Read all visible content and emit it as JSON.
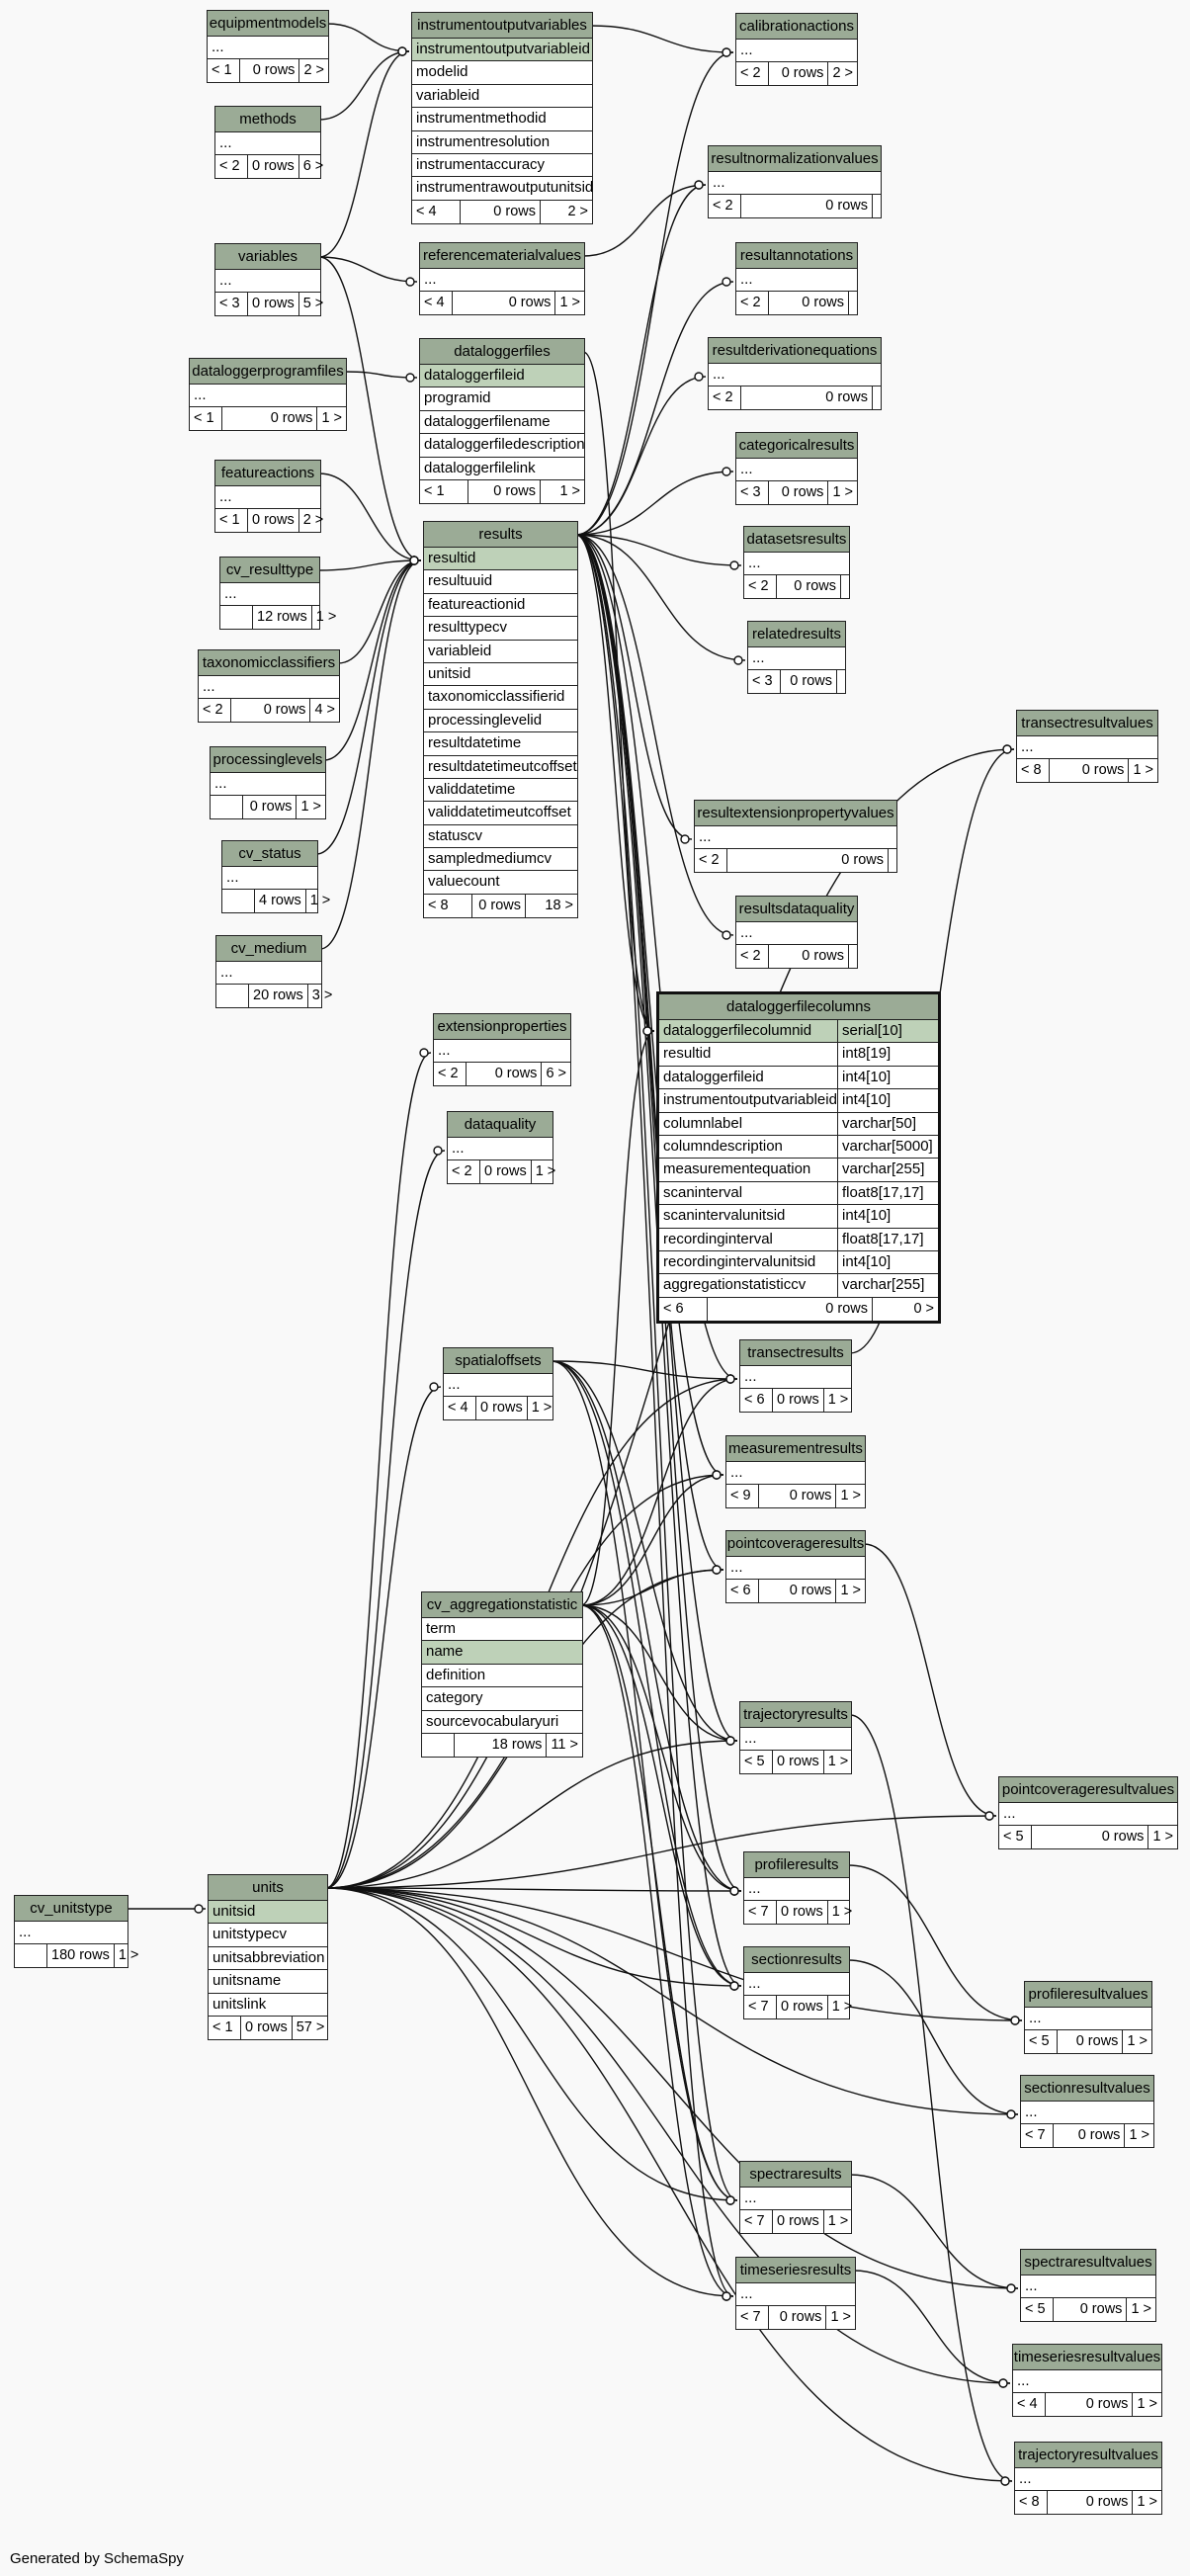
{
  "footer": "Generated by SchemaSpy",
  "colors": {
    "background": "#f9f9f9",
    "header": "#9bab96",
    "primary_key": "#bed1b8",
    "line": "#111111"
  },
  "tables": {
    "equipmentmodels": {
      "name": "equipmentmodels",
      "rows": [
        "..."
      ],
      "footer": [
        "< 1",
        "0 rows",
        "2 >"
      ]
    },
    "methods": {
      "name": "methods",
      "rows": [
        "..."
      ],
      "footer": [
        "< 2",
        "0 rows",
        "6 >"
      ]
    },
    "variables": {
      "name": "variables",
      "rows": [
        "..."
      ],
      "footer": [
        "< 3",
        "0 rows",
        "5 >"
      ]
    },
    "dataloggerprogramfiles": {
      "name": "dataloggerprogramfiles",
      "rows": [
        "..."
      ],
      "footer": [
        "< 1",
        "0 rows",
        "1 >"
      ]
    },
    "featureactions": {
      "name": "featureactions",
      "rows": [
        "..."
      ],
      "footer": [
        "< 1",
        "0 rows",
        "2 >"
      ]
    },
    "cv_resulttype": {
      "name": "cv_resulttype",
      "rows": [
        "..."
      ],
      "footer": [
        "",
        "12 rows",
        "1 >"
      ]
    },
    "taxonomicclassifiers": {
      "name": "taxonomicclassifiers",
      "rows": [
        "..."
      ],
      "footer": [
        "< 2",
        "0 rows",
        "4 >"
      ]
    },
    "processinglevels": {
      "name": "processinglevels",
      "rows": [
        "..."
      ],
      "footer": [
        "",
        "0 rows",
        "1 >"
      ]
    },
    "cv_status": {
      "name": "cv_status",
      "rows": [
        "..."
      ],
      "footer": [
        "",
        "4 rows",
        "1 >"
      ]
    },
    "cv_medium": {
      "name": "cv_medium",
      "rows": [
        "..."
      ],
      "footer": [
        "",
        "20 rows",
        "3 >"
      ]
    },
    "cv_unitstype": {
      "name": "cv_unitstype",
      "rows": [
        "..."
      ],
      "footer": [
        "",
        "180 rows",
        "1 >"
      ]
    },
    "instrumentoutputvariables": {
      "name": "instrumentoutputvariables",
      "pk": "instrumentoutputvariableid",
      "rows": [
        "modelid",
        "variableid",
        "instrumentmethodid",
        "instrumentresolution",
        "instrumentaccuracy",
        "instrumentrawoutputunitsid"
      ],
      "footer": [
        "< 4",
        "0 rows",
        "2 >"
      ]
    },
    "referencematerialvalues": {
      "name": "referencematerialvalues",
      "rows": [
        "..."
      ],
      "footer": [
        "< 4",
        "0 rows",
        "1 >"
      ]
    },
    "dataloggerfiles": {
      "name": "dataloggerfiles",
      "pk": "dataloggerfileid",
      "rows": [
        "programid",
        "dataloggerfilename",
        "dataloggerfiledescription",
        "dataloggerfilelink"
      ],
      "footer": [
        "< 1",
        "0 rows",
        "1 >"
      ]
    },
    "results": {
      "name": "results",
      "pk": "resultid",
      "rows": [
        "resultuuid",
        "featureactionid",
        "resulttypecv",
        "variableid",
        "unitsid",
        "taxonomicclassifierid",
        "processinglevelid",
        "resultdatetime",
        "resultdatetimeutcoffset",
        "validdatetime",
        "validdatetimeutcoffset",
        "statuscv",
        "sampledmediumcv",
        "valuecount"
      ],
      "footer": [
        "< 8",
        "0 rows",
        "18 >"
      ]
    },
    "extensionproperties": {
      "name": "extensionproperties",
      "rows": [
        "..."
      ],
      "footer": [
        "< 2",
        "0 rows",
        "6 >"
      ]
    },
    "dataquality": {
      "name": "dataquality",
      "rows": [
        "..."
      ],
      "footer": [
        "< 2",
        "0 rows",
        "1 >"
      ]
    },
    "spatialoffsets": {
      "name": "spatialoffsets",
      "rows": [
        "..."
      ],
      "footer": [
        "< 4",
        "0 rows",
        "1 >"
      ]
    },
    "cv_aggregationstatistic": {
      "name": "cv_aggregationstatistic",
      "rows": [
        "term"
      ],
      "pk2": "name",
      "rows2": [
        "definition",
        "category",
        "sourcevocabularyuri"
      ],
      "footer": [
        "",
        "18 rows",
        "11 >"
      ]
    },
    "units": {
      "name": "units",
      "pk": "unitsid",
      "rows": [
        "unitstypecv",
        "unitsabbreviation",
        "unitsname",
        "unitslink"
      ],
      "footer": [
        "< 1",
        "0 rows",
        "57 >"
      ]
    },
    "calibrationactions": {
      "name": "calibrationactions",
      "rows": [
        "..."
      ],
      "footer": [
        "< 2",
        "0 rows",
        "2 >"
      ]
    },
    "resultnormalizationvalues": {
      "name": "resultnormalizationvalues",
      "rows": [
        "..."
      ],
      "footer": [
        "< 2",
        "0 rows",
        ""
      ]
    },
    "resultannotations": {
      "name": "resultannotations",
      "rows": [
        "..."
      ],
      "footer": [
        "< 2",
        "0 rows",
        ""
      ]
    },
    "resultderivationequations": {
      "name": "resultderivationequations",
      "rows": [
        "..."
      ],
      "footer": [
        "< 2",
        "0 rows",
        ""
      ]
    },
    "categoricalresults": {
      "name": "categoricalresults",
      "rows": [
        "..."
      ],
      "footer": [
        "< 3",
        "0 rows",
        "1 >"
      ]
    },
    "datasetsresults": {
      "name": "datasetsresults",
      "rows": [
        "..."
      ],
      "footer": [
        "< 2",
        "0 rows",
        ""
      ]
    },
    "relatedresults": {
      "name": "relatedresults",
      "rows": [
        "..."
      ],
      "footer": [
        "< 3",
        "0 rows",
        ""
      ]
    },
    "resultextensionpropertyvalues": {
      "name": "resultextensionpropertyvalues",
      "rows": [
        "..."
      ],
      "footer": [
        "< 2",
        "0 rows",
        ""
      ]
    },
    "resultsdataquality": {
      "name": "resultsdataquality",
      "rows": [
        "..."
      ],
      "footer": [
        "< 2",
        "0 rows",
        ""
      ]
    },
    "dataloggerfilecolumns": {
      "name": "dataloggerfilecolumns",
      "columns": [
        {
          "name": "dataloggerfilecolumnid",
          "type": "serial[10]"
        },
        {
          "name": "resultid",
          "type": "int8[19]"
        },
        {
          "name": "dataloggerfileid",
          "type": "int4[10]"
        },
        {
          "name": "instrumentoutputvariableid",
          "type": "int4[10]"
        },
        {
          "name": "columnlabel",
          "type": "varchar[50]"
        },
        {
          "name": "columndescription",
          "type": "varchar[5000]"
        },
        {
          "name": "measurementequation",
          "type": "varchar[255]"
        },
        {
          "name": "scaninterval",
          "type": "float8[17,17]"
        },
        {
          "name": "scanintervalunitsid",
          "type": "int4[10]"
        },
        {
          "name": "recordinginterval",
          "type": "float8[17,17]"
        },
        {
          "name": "recordingintervalunitsid",
          "type": "int4[10]"
        },
        {
          "name": "aggregationstatisticcv",
          "type": "varchar[255]"
        }
      ],
      "footer": [
        "< 6",
        "0 rows",
        "0 >"
      ]
    },
    "transectresults": {
      "name": "transectresults",
      "rows": [
        "..."
      ],
      "footer": [
        "< 6",
        "0 rows",
        "1 >"
      ]
    },
    "measurementresults": {
      "name": "measurementresults",
      "rows": [
        "..."
      ],
      "footer": [
        "< 9",
        "0 rows",
        "1 >"
      ]
    },
    "pointcoverageresults": {
      "name": "pointcoverageresults",
      "rows": [
        "..."
      ],
      "footer": [
        "< 6",
        "0 rows",
        "1 >"
      ]
    },
    "trajectoryresults": {
      "name": "trajectoryresults",
      "rows": [
        "..."
      ],
      "footer": [
        "< 5",
        "0 rows",
        "1 >"
      ]
    },
    "profileresults": {
      "name": "profileresults",
      "rows": [
        "..."
      ],
      "footer": [
        "< 7",
        "0 rows",
        "1 >"
      ]
    },
    "sectionresults": {
      "name": "sectionresults",
      "rows": [
        "..."
      ],
      "footer": [
        "< 7",
        "0 rows",
        "1 >"
      ]
    },
    "spectraresults": {
      "name": "spectraresults",
      "rows": [
        "..."
      ],
      "footer": [
        "< 7",
        "0 rows",
        "1 >"
      ]
    },
    "timeseriesresults": {
      "name": "timeseriesresults",
      "rows": [
        "..."
      ],
      "footer": [
        "< 7",
        "0 rows",
        "1 >"
      ]
    },
    "transectresultvalues": {
      "name": "transectresultvalues",
      "rows": [
        "..."
      ],
      "footer": [
        "< 8",
        "0 rows",
        "1 >"
      ]
    },
    "pointcoverageresultvalues": {
      "name": "pointcoverageresultvalues",
      "rows": [
        "..."
      ],
      "footer": [
        "< 5",
        "0 rows",
        "1 >"
      ]
    },
    "profileresultvalues": {
      "name": "profileresultvalues",
      "rows": [
        "..."
      ],
      "footer": [
        "< 5",
        "0 rows",
        "1 >"
      ]
    },
    "sectionresultvalues": {
      "name": "sectionresultvalues",
      "rows": [
        "..."
      ],
      "footer": [
        "< 7",
        "0 rows",
        "1 >"
      ]
    },
    "spectraresultvalues": {
      "name": "spectraresultvalues",
      "rows": [
        "..."
      ],
      "footer": [
        "< 5",
        "0 rows",
        "1 >"
      ]
    },
    "timeseriesresultvalues": {
      "name": "timeseriesresultvalues",
      "rows": [
        "..."
      ],
      "footer": [
        "< 4",
        "0 rows",
        "1 >"
      ]
    },
    "trajectoryresultvalues": {
      "name": "trajectoryresultvalues",
      "rows": [
        "..."
      ],
      "footer": [
        "< 8",
        "0 rows",
        "1 >"
      ]
    }
  }
}
